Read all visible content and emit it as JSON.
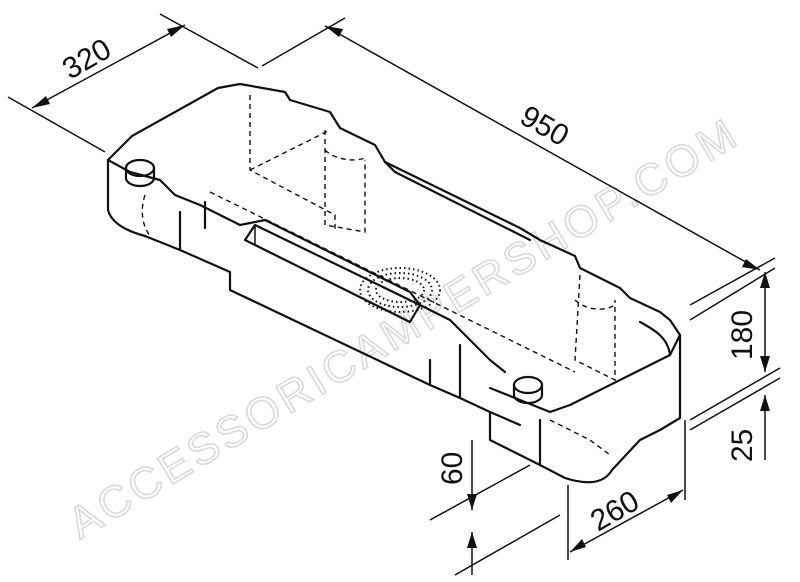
{
  "drawing": {
    "dimensions": {
      "length": "950",
      "width": "320",
      "height": "180",
      "lip": "25",
      "step_height": "60",
      "step_width": "260"
    },
    "watermark": "ACCESSORICAMPERSHOP.COM"
  }
}
